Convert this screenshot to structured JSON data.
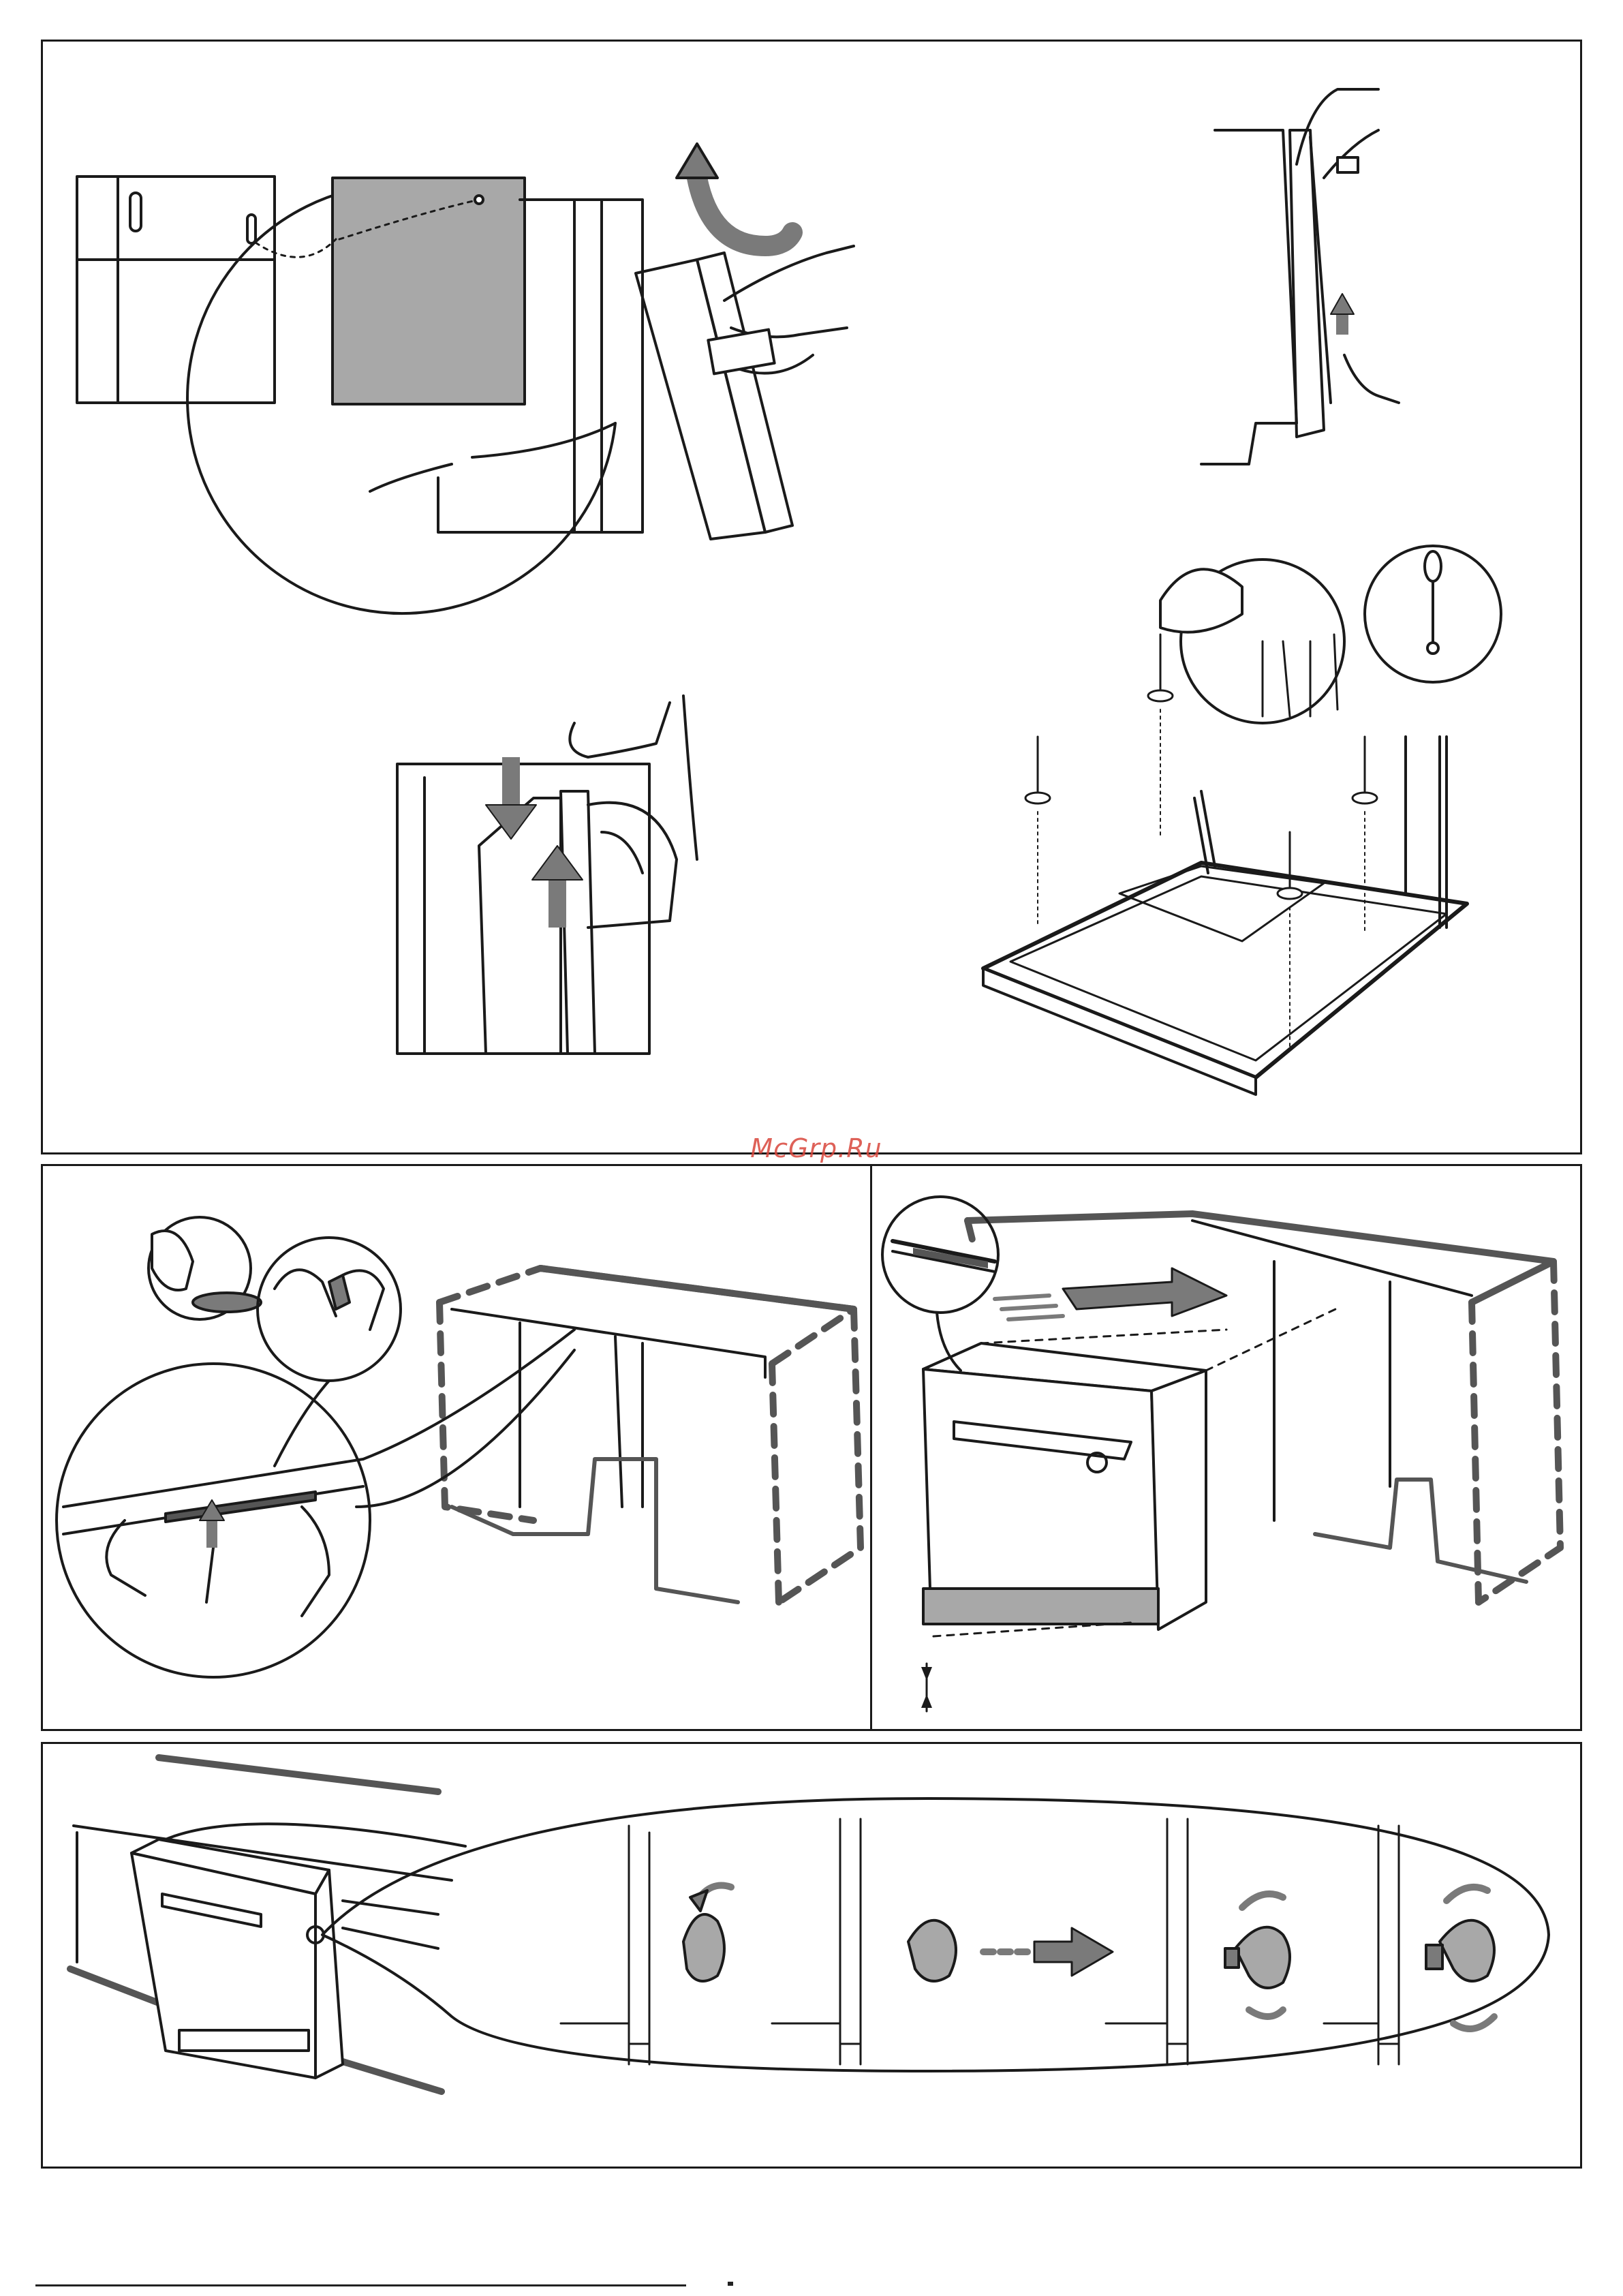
{
  "watermark": {
    "text": "McGrp.Ru"
  },
  "panels": {
    "top": {
      "name": "door-fitting-steps"
    },
    "middle_left": {
      "name": "tape-application-step"
    },
    "middle_right": {
      "name": "slide-in-step"
    },
    "bottom": {
      "name": "adjustment-steps"
    }
  },
  "colors": {
    "line": "#1a1a1a",
    "fill_gray": "#a8a8a8",
    "arrow_gray": "#7a7a7a",
    "accent": "#d9463c"
  }
}
